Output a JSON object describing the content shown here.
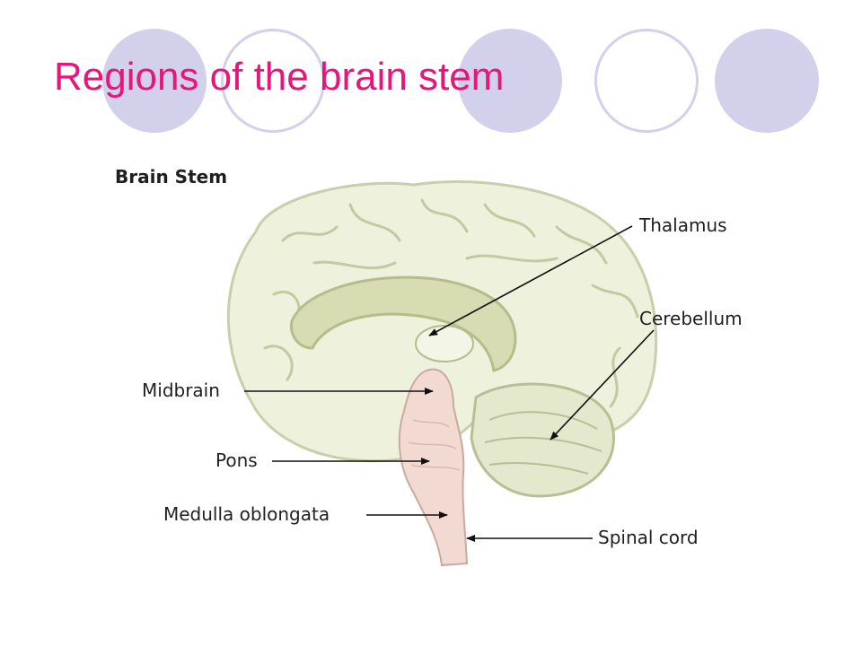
{
  "slide": {
    "title": "Regions of the brain stem",
    "title_color": "#e8157a",
    "decor_color": "#d2d0ea"
  },
  "diagram": {
    "heading": "Brain Stem",
    "labels": {
      "thalamus": "Thalamus",
      "cerebellum": "Cerebellum",
      "midbrain": "Midbrain",
      "pons": "Pons",
      "medulla": "Medulla oblongata",
      "spinal_cord": "Spinal cord"
    }
  }
}
